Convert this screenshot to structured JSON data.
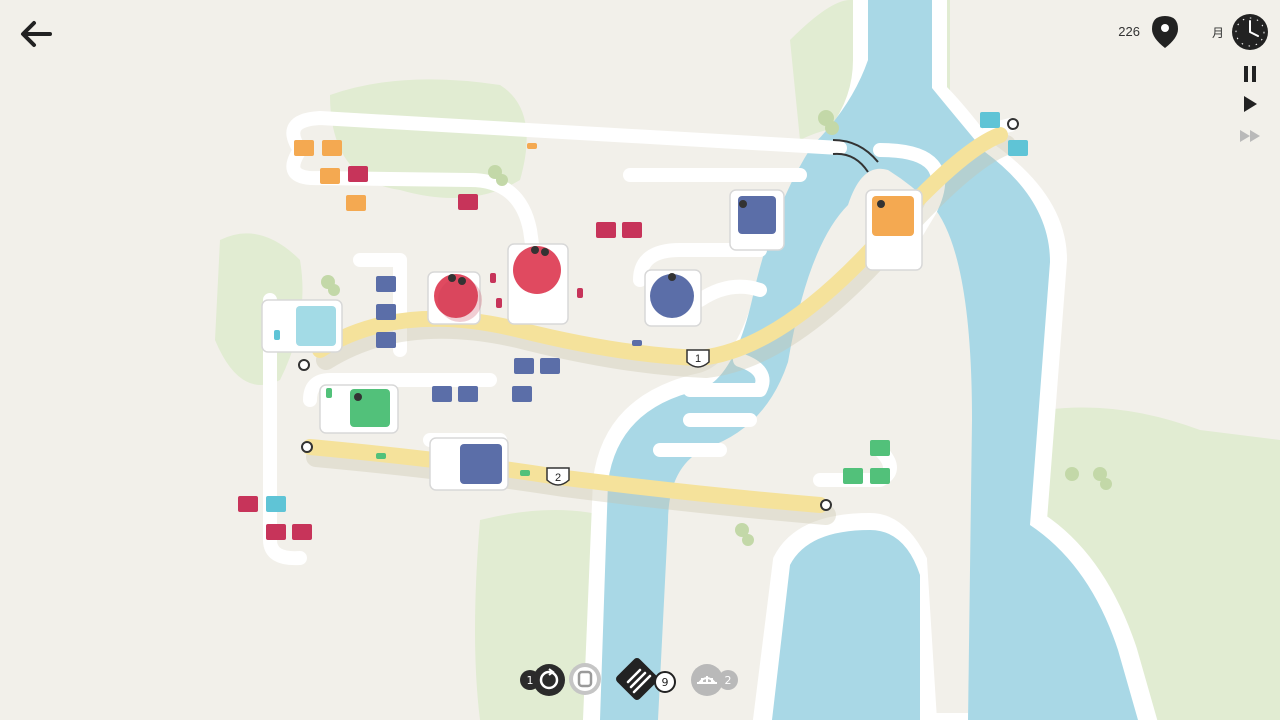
{
  "hud": {
    "score": "226",
    "month_label": "月"
  },
  "routes": [
    {
      "label": "1"
    },
    {
      "label": "2"
    }
  ],
  "toolbar": {
    "roundabout_count": "1",
    "road_tiles_count": "9",
    "bridge_count": "2"
  },
  "colors": {
    "background": "#f2f0ea",
    "grass": "#e1ecd2",
    "water": "#a9d8e6",
    "road": "#ffffff",
    "highway": "#f5e29b",
    "red": "#e04a60",
    "blue": "#5b6ea8",
    "green": "#52c17a",
    "orange": "#f4a951",
    "cyan": "#5fc4d6",
    "crimson": "#c7345a"
  },
  "icons": {
    "back": "arrow-left-icon",
    "score": "location-pin-icon",
    "clock": "clock-icon",
    "pause": "pause-icon",
    "play": "play-icon",
    "fast_forward": "fast-forward-icon",
    "roundabout": "roundabout-icon",
    "traffic_light": "traffic-light-icon",
    "road_tiles": "road-tiles-icon",
    "bridge": "bridge-icon"
  }
}
